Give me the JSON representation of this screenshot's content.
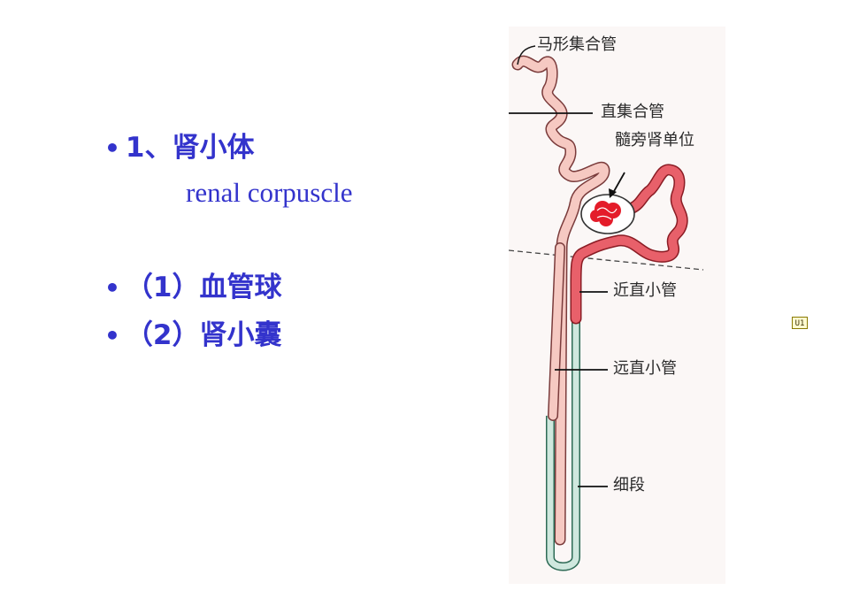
{
  "left_text": {
    "heading": {
      "bullet": "•",
      "text": "1、肾小体"
    },
    "subtitle": "renal corpuscle",
    "items": [
      {
        "bullet": "•",
        "text": "（1）血管球"
      },
      {
        "bullet": "•",
        "text": "（2）肾小囊"
      }
    ]
  },
  "figure": {
    "labels": {
      "arched_collecting_duct": "马形集合管",
      "straight_collecting_duct": "直集合管",
      "juxtamedullary_nephron": "髓旁肾单位",
      "proximal_straight_tubule": "近直小管",
      "distal_straight_tubule": "远直小管",
      "thin_segment": "细段"
    },
    "colors": {
      "collecting_duct": "#f6c9c2",
      "collecting_duct_stroke": "#7a3b3b",
      "proximal_tubule": "#e8606a",
      "glomerulus": "#e41c2a",
      "thin_segment": "#cfe8de",
      "thin_segment_stroke": "#2e6b56"
    }
  },
  "marker": {
    "text": "U1"
  }
}
